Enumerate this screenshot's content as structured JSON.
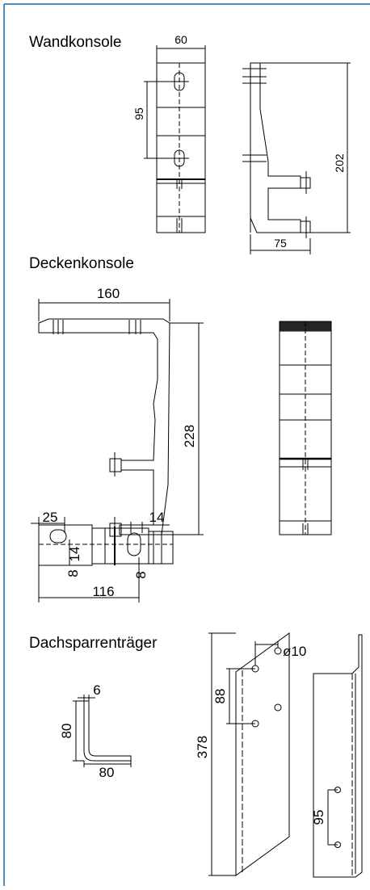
{
  "sections": [
    {
      "title": "Wandkonsole"
    },
    {
      "title": "Deckenkonsole"
    },
    {
      "title": "Dachsparrenträger"
    }
  ],
  "dimensions": {
    "wand_width": "60",
    "wand_slot_distance": "95",
    "wand_height": "202",
    "wand_depth": "75",
    "decke_width": "160",
    "decke_height": "228",
    "decke_top_25": "25",
    "decke_top_14a": "14",
    "decke_top_14b": "14",
    "decke_top_8a": "8",
    "decke_top_8b": "8",
    "decke_top_116": "116",
    "dach_thickness": "6",
    "dach_leg_v": "80",
    "dach_leg_h": "80",
    "dach_hole_dia": "ø10",
    "dach_hole_spacing": "88",
    "dach_length": "378",
    "dach_side_spacing": "95"
  },
  "colors": {
    "frame": "#1a6aa8",
    "line": "#000000"
  }
}
